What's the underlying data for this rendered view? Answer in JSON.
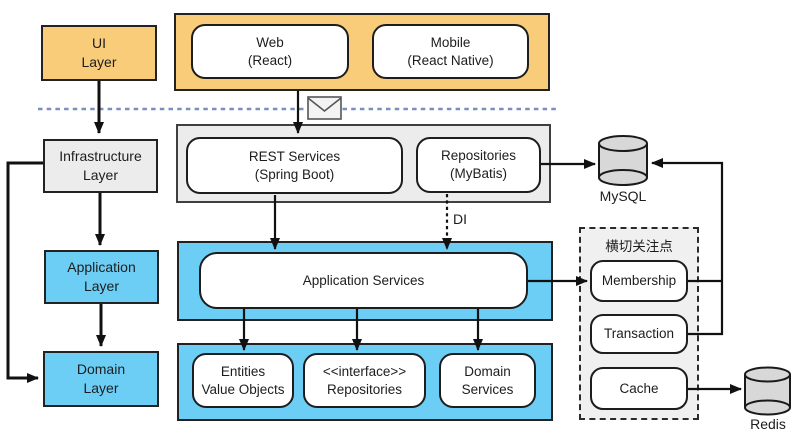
{
  "colors": {
    "orange": "#F8CC79",
    "blue": "#6CCEF5",
    "container_gray": "#ECECEC",
    "crosscut_gray": "#F0F0F0",
    "separator_blue": "#7A8FBE",
    "line": "#111111",
    "cylinder_gray": "#D8D8D8"
  },
  "layers": {
    "ui": {
      "line1": "UI",
      "line2": "Layer"
    },
    "infrastructure": {
      "line1": "Infrastructure",
      "line2": "Layer"
    },
    "application": {
      "line1": "Application",
      "line2": "Layer"
    },
    "domain": {
      "line1": "Domain",
      "line2": "Layer"
    }
  },
  "frontend": {
    "web": {
      "line1": "Web",
      "line2": "(React)"
    },
    "mobile": {
      "line1": "Mobile",
      "line2": "(React Native)"
    }
  },
  "backend": {
    "rest": {
      "line1": "REST Services",
      "line2": "(Spring Boot)"
    },
    "repositories": {
      "line1": "Repositories",
      "line2": "(MyBatis)"
    }
  },
  "application_services": {
    "label": "Application Services"
  },
  "domain_boxes": {
    "entities": {
      "line1": "Entities",
      "line2": "Value Objects"
    },
    "interface_repositories": {
      "line1": "<<interface>>",
      "line2": "Repositories"
    },
    "domain_services": {
      "line1": "Domain",
      "line2": "Services"
    }
  },
  "crosscutting": {
    "title": "横切关注点",
    "items": [
      {
        "label": "Membership"
      },
      {
        "label": "Transaction"
      },
      {
        "label": "Cache"
      }
    ]
  },
  "databases": {
    "mysql": "MySQL",
    "redis": "Redis"
  },
  "annotations": {
    "di": "DI"
  },
  "icons": {
    "envelope": "envelope-message-icon"
  }
}
